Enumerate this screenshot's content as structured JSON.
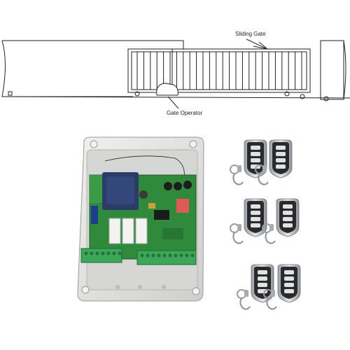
{
  "diagram": {
    "sliding_gate_label": "Sliding Gate",
    "gate_operator_label": "Gate Operator"
  },
  "colors": {
    "line": "#222222",
    "enclosure": "#e4e4e2",
    "pcb": "#2f8a3b",
    "terminal": "#3ba858",
    "transformer": "#2b3c66",
    "remote_body": "#c9cccf",
    "remote_face": "#2a2a2a"
  },
  "remotes": {
    "rows": 3,
    "per_row": 2,
    "buttons_per_remote": 4
  }
}
